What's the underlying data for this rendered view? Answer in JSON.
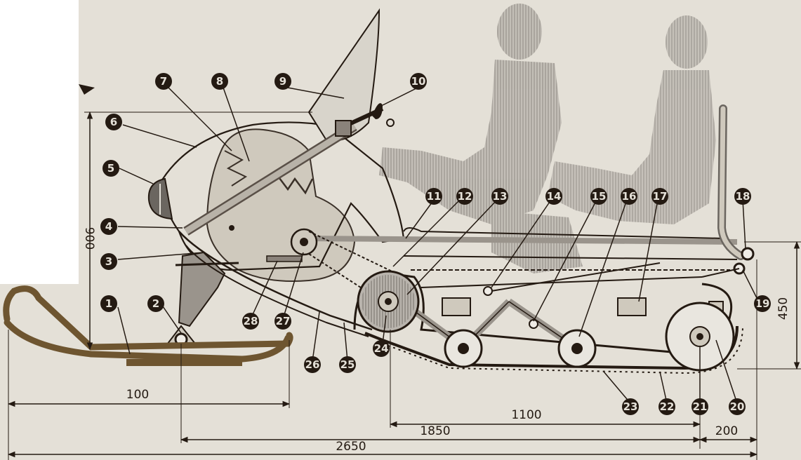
{
  "colors": {
    "paper": "#e4e0d7",
    "ink": "#241a12",
    "ski": "#6e5530",
    "shadow": "#8f8a84",
    "engine": "#cfc9bd"
  },
  "callouts": {
    "n1": "1",
    "n2": "2",
    "n3": "3",
    "n4": "4",
    "n5": "5",
    "n6": "6",
    "n7": "7",
    "n8": "8",
    "n9": "9",
    "n10": "10",
    "n11": "11",
    "n12": "12",
    "n13": "13",
    "n14": "14",
    "n15": "15",
    "n16": "16",
    "n17": "17",
    "n18": "18",
    "n19": "19",
    "n20": "20",
    "n21": "21",
    "n22": "22",
    "n23": "23",
    "n24": "24",
    "n25": "25",
    "n26": "26",
    "n27": "27",
    "n28": "28"
  },
  "dimensions": {
    "height_overall": "900",
    "height_track": "450",
    "ski_length": "100",
    "track_contact": "1100",
    "track_length": "1850",
    "rear_overhang": "200",
    "total_length": "2650"
  }
}
